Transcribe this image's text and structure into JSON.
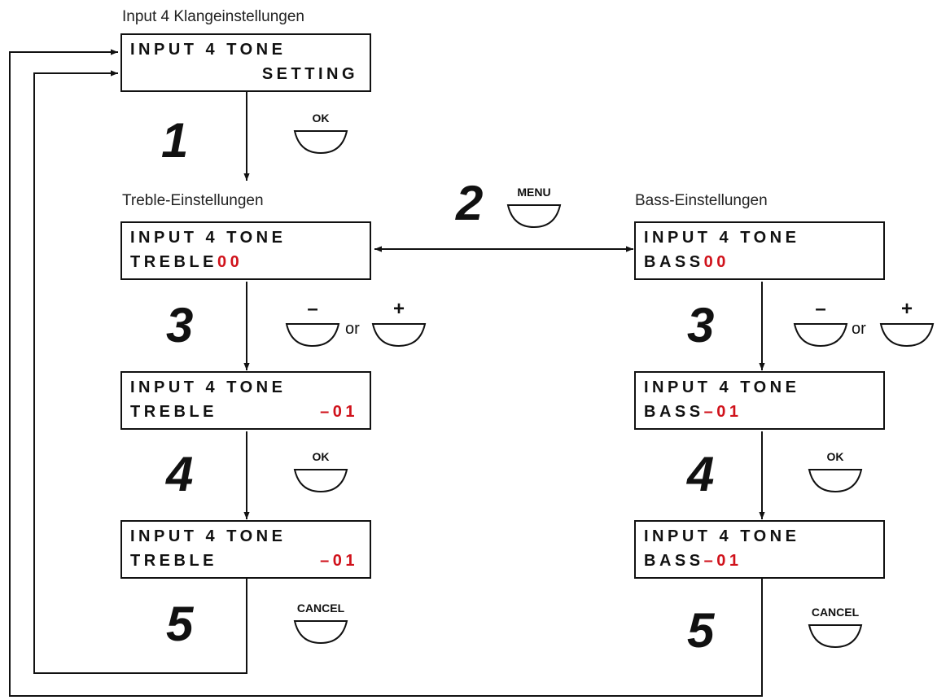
{
  "captions": {
    "top": "Input 4 Klangeinstellungen",
    "treble": "Treble-Einstellungen",
    "bass": "Bass-Einstellungen"
  },
  "screens": {
    "setting": {
      "line1": "INPUT 4 TONE",
      "line2": "SETTING"
    },
    "treble_initial": {
      "line1": "INPUT 4 TONE",
      "line2_label": "TREBLE",
      "line2_value": "00"
    },
    "treble_adjust": {
      "line1": "INPUT 4 TONE",
      "line2_label": "TREBLE",
      "line2_value": "–01"
    },
    "treble_confirm": {
      "line1": "INPUT 4 TONE",
      "line2_label": "TREBLE",
      "line2_value": "–01"
    },
    "bass_initial": {
      "line1": "INPUT 4 TONE",
      "line2_label": "BASS",
      "line2_value": "00"
    },
    "bass_adjust": {
      "line1": "INPUT 4 TONE",
      "line2_label": "BASS",
      "line2_value": "–01"
    },
    "bass_confirm": {
      "line1": "INPUT 4 TONE",
      "line2_label": "BASS",
      "line2_value": "–01"
    }
  },
  "steps": {
    "s1": "1",
    "s2": "2",
    "s3": "3",
    "s4": "4",
    "s5": "5"
  },
  "buttons": {
    "ok": "OK",
    "menu": "MENU",
    "minus": "–",
    "plus": "+",
    "cancel": "CANCEL",
    "or": "or"
  },
  "colors": {
    "value_highlight": "#d0121b",
    "line": "#111111"
  }
}
